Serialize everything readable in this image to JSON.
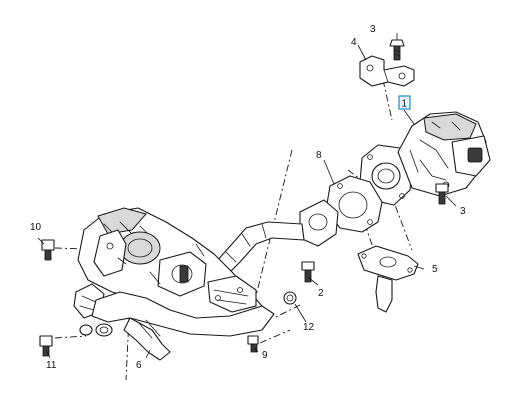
{
  "diagram": {
    "callouts": [
      {
        "id": "c1",
        "text": "1",
        "boxed": true
      },
      {
        "id": "c2",
        "text": "2"
      },
      {
        "id": "c3a",
        "text": "3"
      },
      {
        "id": "c3b",
        "text": "3"
      },
      {
        "id": "c4",
        "text": "4"
      },
      {
        "id": "c5",
        "text": "5"
      },
      {
        "id": "c6",
        "text": "6"
      },
      {
        "id": "c8",
        "text": "8"
      },
      {
        "id": "c9",
        "text": "9"
      },
      {
        "id": "c10",
        "text": "10"
      },
      {
        "id": "c11",
        "text": "11"
      },
      {
        "id": "c12",
        "text": "12"
      }
    ],
    "parts": [
      {
        "number": "1",
        "name": "egr-valve"
      },
      {
        "number": "2",
        "name": "bolt"
      },
      {
        "number": "3",
        "name": "bolt"
      },
      {
        "number": "4",
        "name": "bracket"
      },
      {
        "number": "5",
        "name": "gasket-and-tube"
      },
      {
        "number": "6",
        "name": "egr-cooler-pipe"
      },
      {
        "number": "8",
        "name": "gasket"
      },
      {
        "number": "9",
        "name": "bolt"
      },
      {
        "number": "10",
        "name": "bolt"
      },
      {
        "number": "11",
        "name": "bolt"
      },
      {
        "number": "12",
        "name": "seal-ring"
      }
    ]
  }
}
